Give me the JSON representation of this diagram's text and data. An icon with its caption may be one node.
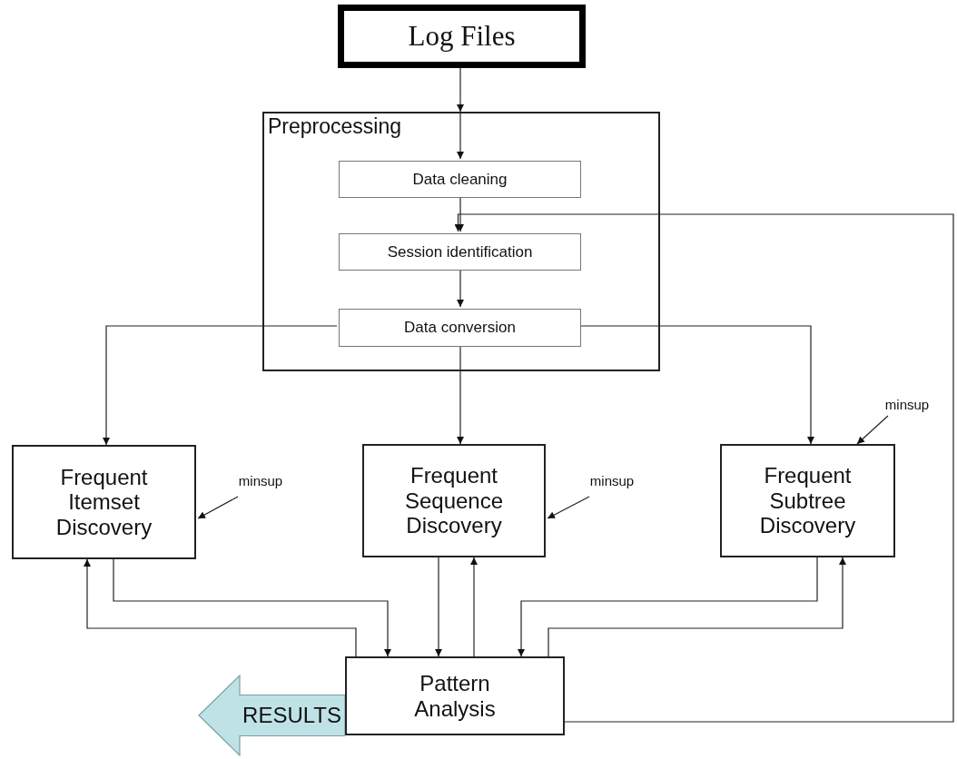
{
  "diagram": {
    "nodes": [
      {
        "text": [
          "Log Files"
        ]
      },
      {
        "text": [
          "Preprocessing"
        ]
      },
      {
        "text": [
          "Data cleaning"
        ],
        "in": 1
      },
      {
        "text": [
          "Session identification"
        ],
        "in": 1
      },
      {
        "text": [
          "Data conversion"
        ],
        "in": 1
      },
      {
        "text": [
          "Frequent Itemset Discovery"
        ]
      },
      {
        "text": [
          "Frequent Sequence Discovery"
        ]
      },
      {
        "text": [
          "Frequent Subtree Discovery"
        ]
      },
      {
        "text": [
          "Pattern Analysis"
        ]
      },
      {
        "text": [
          "RESULTS"
        ]
      },
      {
        "text": [
          "minsup"
        ]
      },
      {
        "text": [
          "minsup"
        ]
      },
      {
        "text": [
          "minsup"
        ]
      }
    ],
    "edges": [
      {
        "from": 0,
        "to": 1,
        "arrow": "to"
      },
      {
        "from": 1,
        "to": 2,
        "arrow": "to"
      },
      {
        "from": 2,
        "to": 3,
        "arrow": "to"
      },
      {
        "from": 3,
        "to": 4,
        "arrow": "to"
      },
      {
        "from": 8,
        "to": 3,
        "arrow": "to"
      },
      {
        "from": 4,
        "to": 5,
        "arrow": "to"
      },
      {
        "from": 4,
        "to": 6,
        "arrow": "to"
      },
      {
        "from": 4,
        "to": 7,
        "arrow": "to"
      },
      {
        "from": 5,
        "to": 8,
        "arrow": "to"
      },
      {
        "from": 8,
        "to": 5,
        "arrow": "to"
      },
      {
        "from": 6,
        "to": 8,
        "arrow": "to"
      },
      {
        "from": 8,
        "to": 6,
        "arrow": "to"
      },
      {
        "from": 7,
        "to": 8,
        "arrow": "to"
      },
      {
        "from": 8,
        "to": 7,
        "arrow": "to"
      },
      {
        "from": 10,
        "to": 5,
        "arrow": "to"
      },
      {
        "from": 11,
        "to": 6,
        "arrow": "to"
      },
      {
        "from": 12,
        "to": 7,
        "arrow": "to"
      }
    ]
  }
}
